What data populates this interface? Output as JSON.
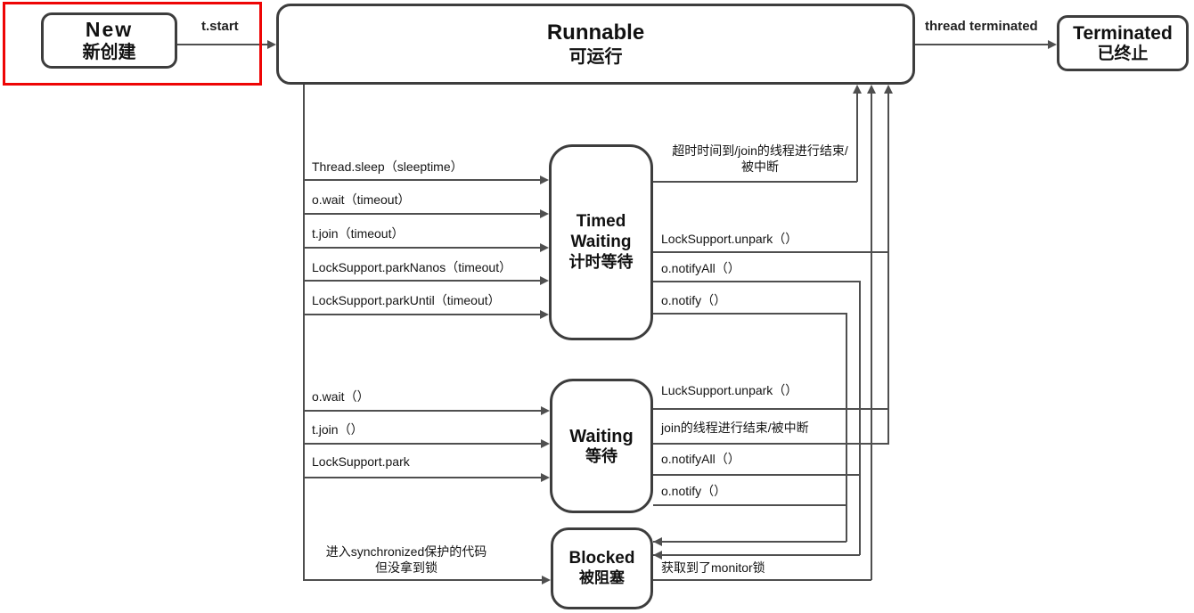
{
  "colors": {
    "highlight_frame": "#ee0505",
    "line": "#4f4f4f",
    "box_border": "#3d3d3d"
  },
  "states": {
    "new": {
      "en": "New",
      "zh": "新创建"
    },
    "runnable": {
      "en": "Runnable",
      "zh": "可运行"
    },
    "terminated": {
      "en": "Terminated",
      "zh": "已终止"
    },
    "timed_waiting": {
      "en": "Timed Waiting",
      "zh": "计时等待"
    },
    "waiting": {
      "en": "Waiting",
      "zh": "等待"
    },
    "blocked": {
      "en": "Blocked",
      "zh": "被阻塞"
    }
  },
  "edges": {
    "t_start": "t.start",
    "thread_terminated": "thread terminated",
    "runnable_to_timed_waiting": [
      "Thread.sleep（sleeptime）",
      "o.wait（timeout）",
      "t.join（timeout）",
      "LockSupport.parkNanos（timeout）",
      "LockSupport.parkUntil（timeout）"
    ],
    "timed_waiting_timeout_lines": [
      "超时时间到/join的线程进行结束/",
      "被中断"
    ],
    "timed_waiting_unpark": "LockSupport.unpark（）",
    "timed_waiting_notifyall": "o.notifyAll（）",
    "timed_waiting_notify": "o.notify（）",
    "runnable_to_waiting": [
      "o.wait（）",
      "t.join（）",
      "LockSupport.park"
    ],
    "waiting_unpark": "LuckSupport.unpark（）",
    "waiting_join_end": "join的线程进行结束/被中断",
    "waiting_notifyall": "o.notifyAll（）",
    "waiting_notify": "o.notify（）",
    "runnable_to_blocked_lines": [
      "进入synchronized保护的代码",
      "但没拿到锁"
    ],
    "blocked_to_runnable": "获取到了monitor锁"
  }
}
